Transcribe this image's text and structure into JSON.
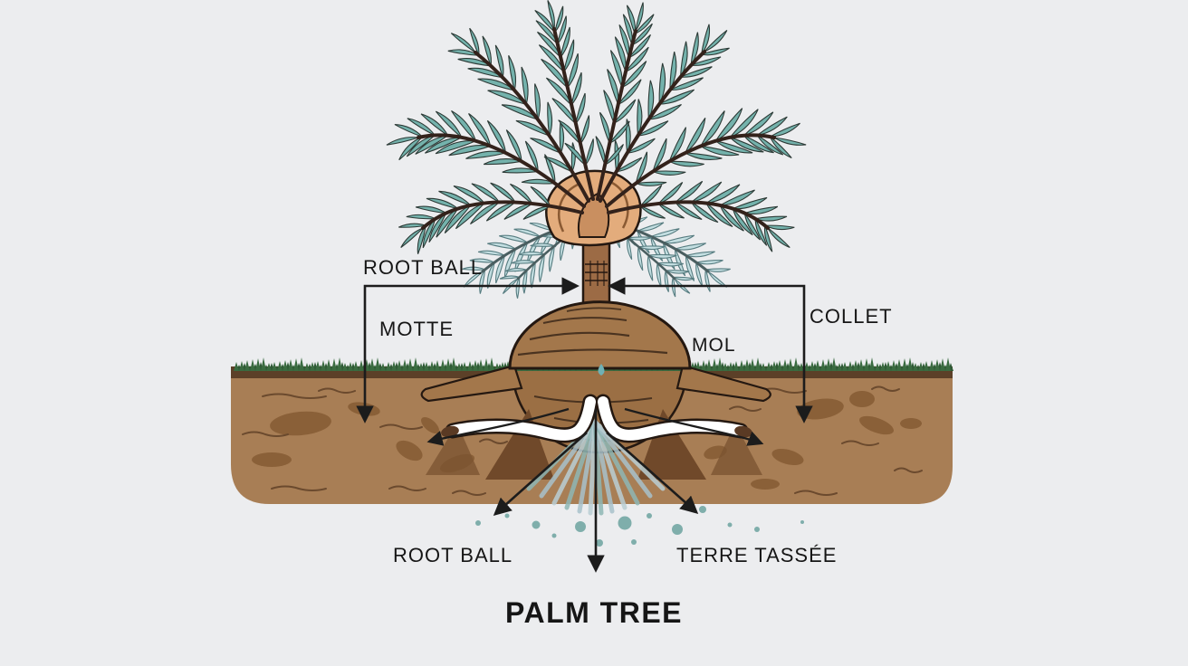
{
  "diagram": {
    "title": "PALM TREE",
    "labels": {
      "root_ball_top": "ROOT BALL",
      "motte": "MOTTE",
      "collet": "COLLET",
      "mol": "MOL",
      "root_ball_bottom": "ROOT BALL",
      "terre_tassee": "TERRE TASSÉE"
    },
    "colors": {
      "background": "#ECEDEF",
      "frond_teal": "#74B2AC",
      "frond_pale": "#C3DEE1",
      "stem_dark": "#33221B",
      "trunk": "#9C6B45",
      "crown_sheath": "#E3AC7C",
      "soil": "#A87E55",
      "soil_blob": "#8A6038",
      "soil_strip": "#5C4028",
      "grass_green": "#3A6B40",
      "mound": "#A3774B",
      "root_white": "#FFFFFF",
      "water_spray": "#8FB7B5",
      "annotation": "#1C1C1C",
      "text": "#161616"
    }
  }
}
